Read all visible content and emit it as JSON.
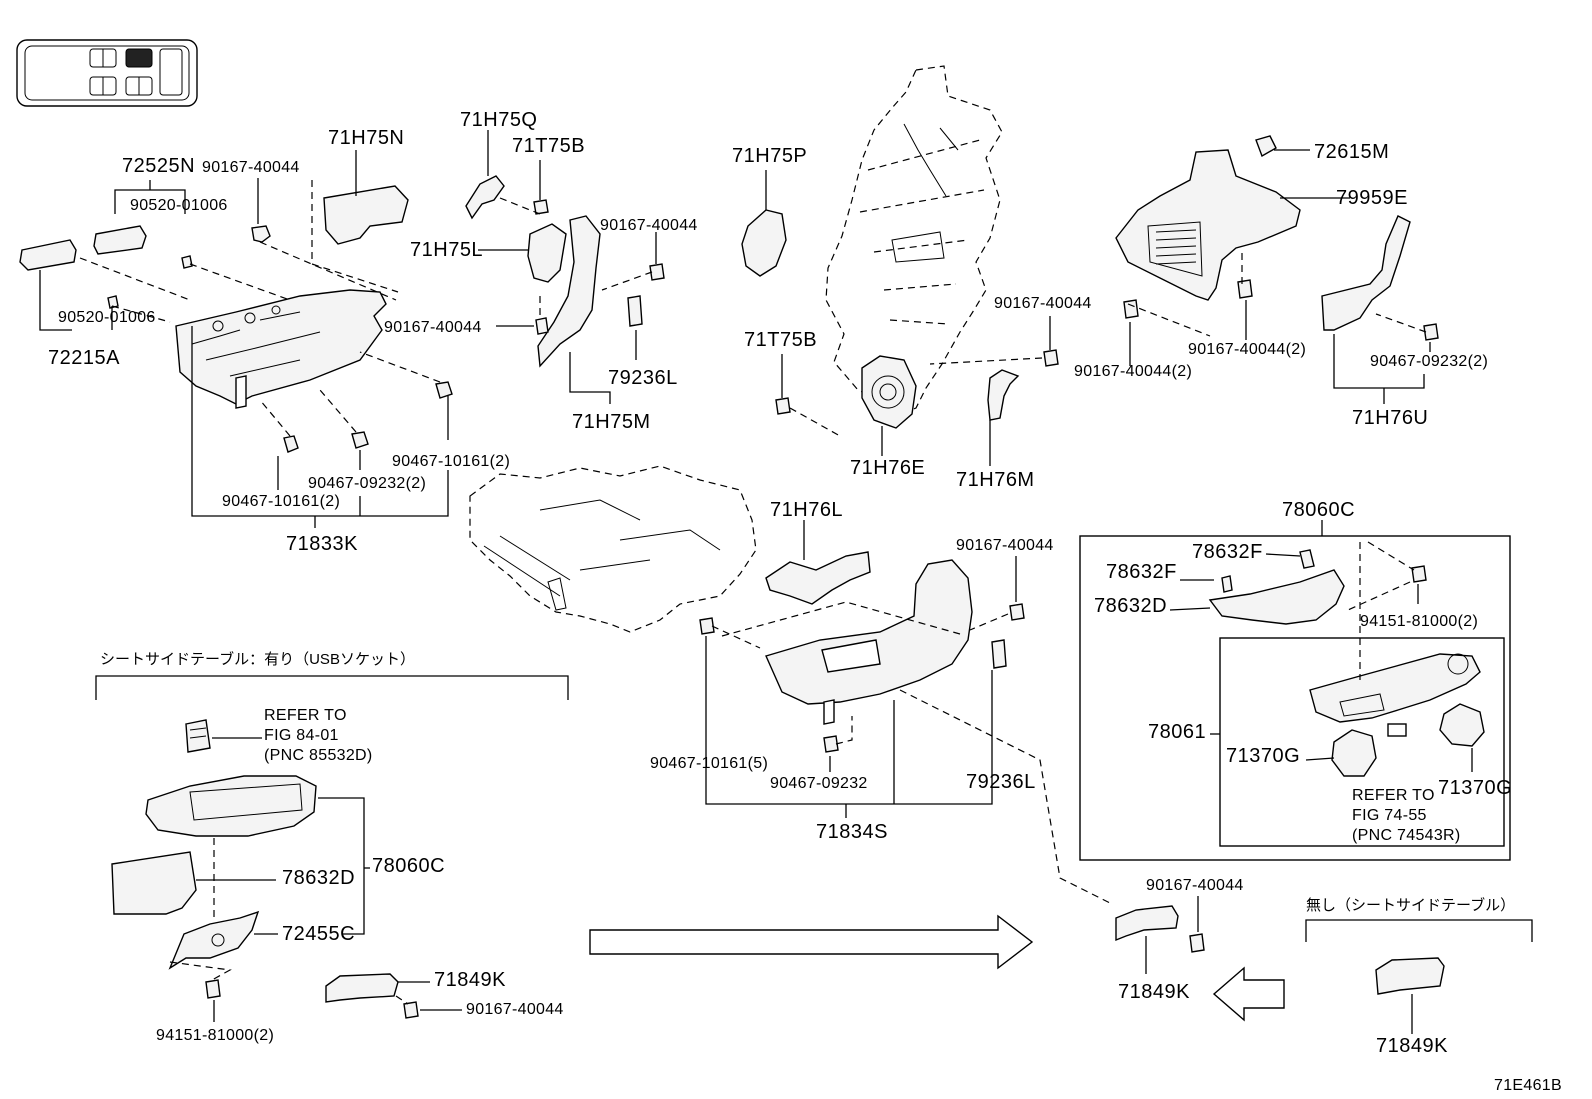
{
  "diagram_id": "71E461B",
  "section_labels": {
    "with_usb": "シートサイドテーブル：有り（USBソケット）",
    "without_table": "無し（シートサイドテーブル）"
  },
  "parts": {
    "p72525N": "72525N",
    "p90167_a": "90167-40044",
    "p71H75N": "71H75N",
    "p90520_a": "90520-01006",
    "p90520_b": "90520-01006",
    "p72215A": "72215A",
    "p90467_10161_2a": "90467-10161(2)",
    "p90467_09232_2a": "90467-09232(2)",
    "p90467_10161_2b": "90467-10161(2)",
    "p71833K": "71833K",
    "p71H75Q": "71H75Q",
    "p71T75B_a": "71T75B",
    "p71H75L": "71H75L",
    "p90167_b": "90167-40044",
    "p90167_c": "90167-40044",
    "p79236L_a": "79236L",
    "p71H75M": "71H75M",
    "p71H75P": "71H75P",
    "p71T75B_b": "71T75B",
    "p71H76E": "71H76E",
    "p71H76M": "71H76M",
    "p90167_d": "90167-40044",
    "p72615M": "72615M",
    "p79959E": "79959E",
    "p90167_2a": "90167-40044(2)",
    "p90167_2b": "90167-40044(2)",
    "p90467_09232_2b": "90467-09232(2)",
    "p71H76U": "71H76U",
    "p71H76L": "71H76L",
    "p90167_e": "90167-40044",
    "p90467_10161_5": "90467-10161(5)",
    "p90467_09232": "90467-09232",
    "p79236L_b": "79236L",
    "p71834S": "71834S",
    "p78060C_a": "78060C",
    "p78632F_a": "78632F",
    "p78632F_b": "78632F",
    "p78632D_a": "78632D",
    "p94151_2a": "94151-81000(2)",
    "p78061": "78061",
    "p71370G_a": "71370G",
    "p71370G_b": "71370G",
    "p78632D_b": "78632D",
    "p78060C_b": "78060C",
    "p72455C": "72455C",
    "p94151_2b": "94151-81000(2)",
    "p71849K_a": "71849K",
    "p90167_f": "90167-40044",
    "p90167_g": "90167-40044",
    "p71849K_b": "71849K",
    "p71849K_c": "71849K"
  },
  "refer_notes": {
    "note_a": {
      "line1": "REFER TO",
      "line2": "FIG 84-01",
      "line3": "(PNC 85532D)"
    },
    "note_b": {
      "line1": "REFER TO",
      "line2": "FIG 74-55",
      "line3": "(PNC 74543R)"
    }
  }
}
